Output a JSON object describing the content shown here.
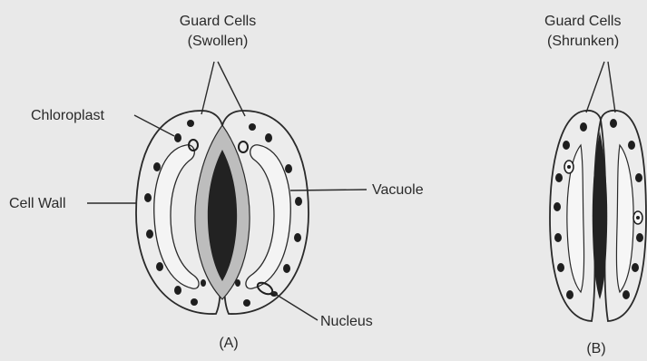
{
  "diagram_a": {
    "title_line1": "Guard Cells",
    "title_line2": "(Swollen)",
    "chloroplast": "Chloroplast",
    "cell_wall": "Cell Wall",
    "vacuole": "Vacuole",
    "nucleus": "Nucleus",
    "caption": "(A)"
  },
  "diagram_b": {
    "title_line1": "Guard Cells",
    "title_line2": "(Shrunken)",
    "caption": "(B)"
  },
  "colors": {
    "background": "#e9e9e9",
    "ink": "#2a2a2a",
    "pore": "#222222",
    "wall_thickening": "#bdbdbd"
  }
}
